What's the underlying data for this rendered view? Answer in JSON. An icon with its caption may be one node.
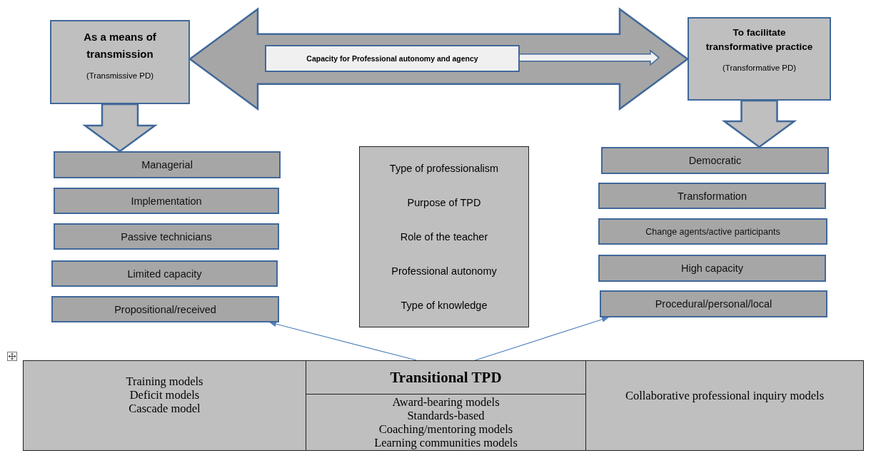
{
  "diagram": {
    "nodes": [
      {
        "text": [
          "As a means of transmission",
          "(Transmissive PD)"
        ]
      },
      {
        "text": [
          "To facilitate transformative practice",
          "(Transformative PD)"
        ]
      },
      {
        "text": [
          "Managerial"
        ]
      },
      {
        "text": [
          "Implementation"
        ]
      },
      {
        "text": [
          "Passive technicians"
        ]
      },
      {
        "text": [
          "Limited capacity"
        ]
      },
      {
        "text": [
          "Propositional/received"
        ]
      },
      {
        "text": [
          "Type of professionalism",
          "Purpose of TPD",
          "Role of the teacher",
          "Professional autonomy",
          "Type of knowledge"
        ]
      },
      {
        "text": [
          "Democratic"
        ]
      },
      {
        "text": [
          "Transformation"
        ]
      },
      {
        "text": [
          "Change agents/active participants"
        ]
      },
      {
        "text": [
          "High capacity"
        ]
      },
      {
        "text": [
          "Procedural/personal/local"
        ]
      },
      {
        "text": [
          "Training models",
          "Deficit models",
          "Cascade model"
        ]
      },
      {
        "text": [
          "Transitional TPD"
        ]
      },
      {
        "text": [
          "Award-bearing models",
          "Standards-based",
          "Coaching/mentoring models",
          "Learning communities models"
        ]
      },
      {
        "text": [
          "Collaborative professional inquiry models"
        ]
      }
    ],
    "edges": [
      {
        "from": 0,
        "to": 1,
        "arrow": "both",
        "style": "thick",
        "label": "Capacity for Professional autonomy and agency"
      },
      {
        "from": 0,
        "to": 2,
        "arrow": "to",
        "style": "thick"
      },
      {
        "from": 1,
        "to": 8,
        "arrow": "to",
        "style": "thick"
      },
      {
        "from": 14,
        "to": 6,
        "arrow": "to",
        "color": "#4f81bd"
      },
      {
        "from": 14,
        "to": 12,
        "arrow": "to",
        "color": "#4f81bd"
      }
    ]
  }
}
